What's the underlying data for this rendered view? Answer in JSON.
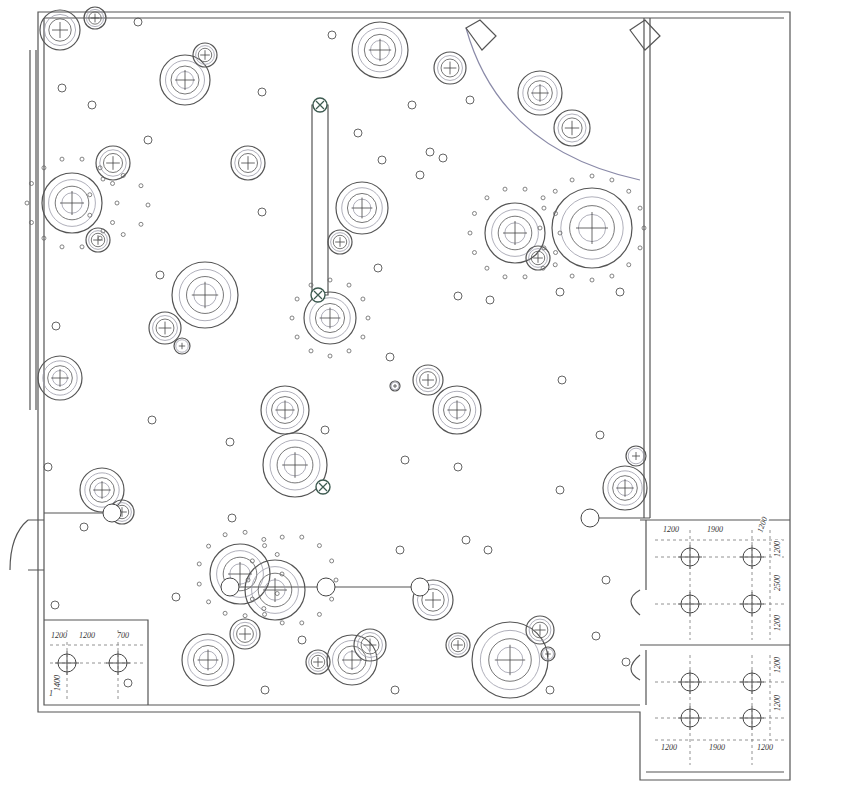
{
  "diagram": {
    "labels": [
      "1200",
      "1900",
      "1200",
      "1200",
      "2500",
      "1200",
      "1200",
      "1200",
      "1200",
      "1900",
      "1200",
      "1200",
      "1200",
      "700",
      "1400",
      "1"
    ]
  }
}
